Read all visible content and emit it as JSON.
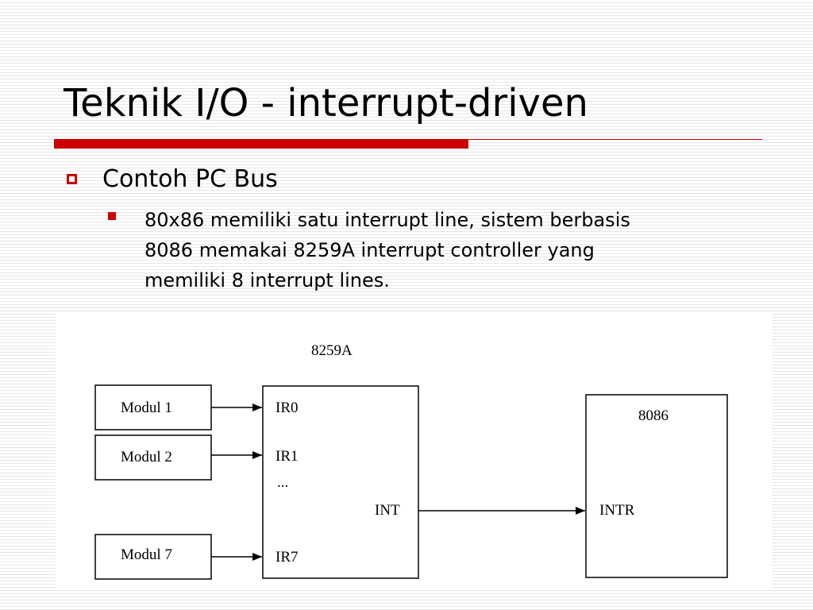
{
  "slide": {
    "title": "Teknik I/O - interrupt-driven",
    "bullet_level1": "Contoh PC Bus",
    "bullet_level2": "80x86 memiliki satu interrupt line, sistem berbasis 8086 memakai 8259A interrupt controller yang memiliki 8 interrupt lines."
  },
  "diagram": {
    "controller_label": "8259A",
    "modules": [
      "Modul 1",
      "Modul 2",
      "Modul 7"
    ],
    "inputs": [
      "IR0",
      "IR1",
      "IR7"
    ],
    "ellipsis": "...",
    "int_label": "INT",
    "cpu_label": "8086",
    "intr_label": "INTR"
  },
  "colors": {
    "accent": "#cc0000",
    "stripe": "#e6e6e6"
  }
}
